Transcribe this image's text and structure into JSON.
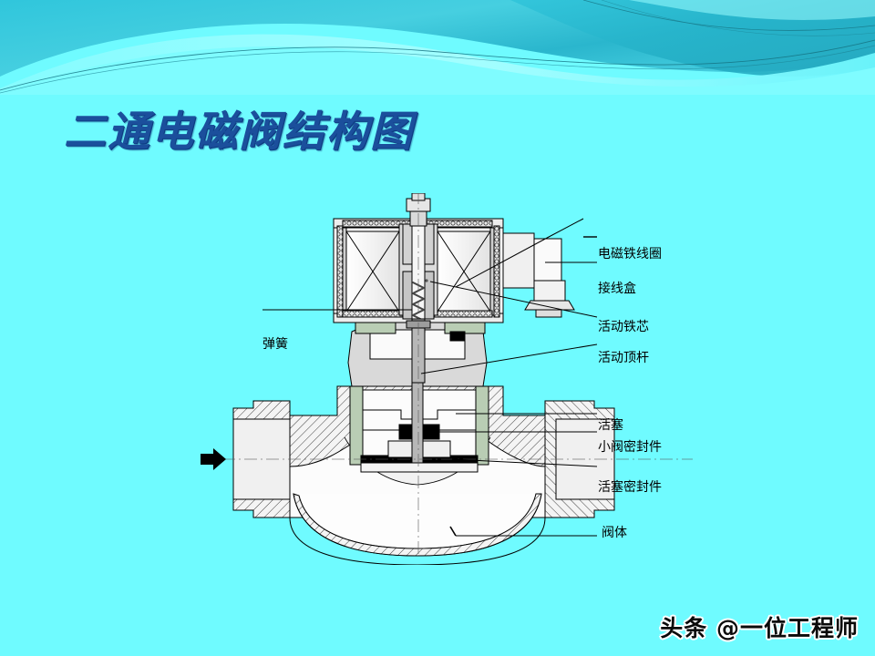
{
  "slide": {
    "title": "二通电磁阀结构图",
    "background_color": "#6ffbff",
    "title_color": "#1b4f9c"
  },
  "banner": {
    "name": "decorative-wave-banner",
    "colors": [
      "#3fc9dd",
      "#29b8ce",
      "#8ffcff",
      "#5df4fb",
      "#1f8fa3"
    ]
  },
  "diagram": {
    "name": "two-way-solenoid-valve-cutaway",
    "flow_arrow": "inlet-flow-arrow",
    "callouts": [
      {
        "id": "coil",
        "label": "电磁铁线圈"
      },
      {
        "id": "junction-box",
        "label": "接线盒"
      },
      {
        "id": "moving-core",
        "label": "活动铁芯"
      },
      {
        "id": "push-rod",
        "label": "活动顶杆"
      },
      {
        "id": "spring",
        "label": "弹簧"
      },
      {
        "id": "piston",
        "label": "活塞"
      },
      {
        "id": "pilot-seal",
        "label": "小阀密封件"
      },
      {
        "id": "piston-seal",
        "label": "活塞密封件"
      },
      {
        "id": "valve-body",
        "label": "阀体"
      }
    ],
    "part_colors": {
      "metal_light": "#f3f3f3",
      "metal_mid": "#d7d7d7",
      "metal_dark": "#a9a9a9",
      "seal_green": "#b9cdb4",
      "seal_black": "#000000",
      "outline": "#000000"
    }
  },
  "watermark": {
    "text": "头条 @一位工程师"
  }
}
